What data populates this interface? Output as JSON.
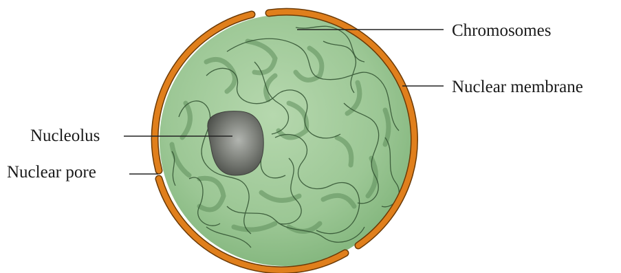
{
  "labels": {
    "chromosomes": "Chromosomes",
    "nuclear_membrane": "Nuclear membrane",
    "nucleolus": "Nucleolus",
    "nuclear_pore": "Nuclear pore"
  },
  "colors": {
    "membrane": "#e07f1c",
    "membrane_outline": "#6b3a06",
    "nucleoplasm": "#9fc89a",
    "chromatin": "#2f4f2f",
    "nucleolus": "#6d6f6b",
    "leader_line": "#222222"
  }
}
